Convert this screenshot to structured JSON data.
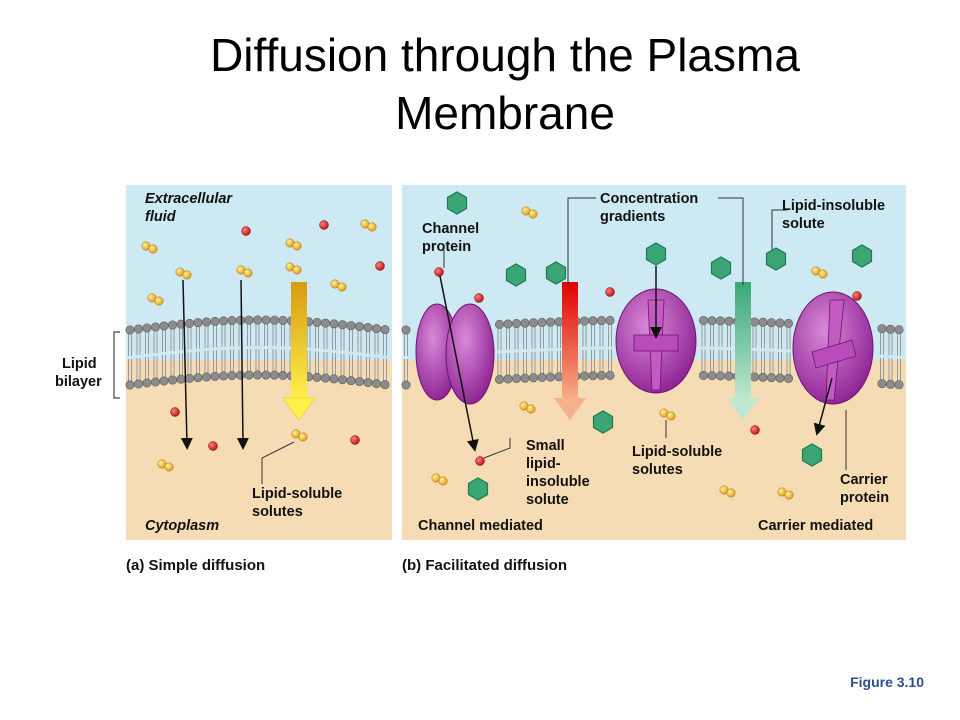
{
  "slide": {
    "title_line1": "Diffusion through the Plasma",
    "title_line2": "Membrane",
    "figure_number": "Figure 3.10"
  },
  "panel_a": {
    "top_label_line1": "Extracellular",
    "top_label_line2": "fluid",
    "bottom_label": "Cytoplasm",
    "solutes_label_line1": "Lipid-soluble",
    "solutes_label_line2": "solutes",
    "caption": "(a) Simple diffusion"
  },
  "side_label": {
    "line1": "Lipid",
    "line2": "bilayer"
  },
  "panel_b": {
    "channel_protein_line1": "Channel",
    "channel_protein_line2": "protein",
    "concentration_line1": "Concentration",
    "concentration_line2": "gradients",
    "insoluble_line1": "Lipid-insoluble",
    "insoluble_line2": "solute",
    "small_line1": "Small",
    "small_line2": "lipid-",
    "small_line3": "insoluble",
    "small_line4": "solute",
    "soluble_line1": "Lipid-soluble",
    "soluble_line2": "solutes",
    "carrier_line1": "Carrier",
    "carrier_line2": "protein",
    "channel_mediated": "Channel mediated",
    "carrier_mediated": "Carrier mediated",
    "caption": "(b) Facilitated diffusion"
  },
  "colors": {
    "extracellular": "#cde9f3",
    "cytoplasm": "#f5dcb4",
    "lipid_head": "#8c8c8c",
    "protein": "#a23aa8",
    "solute_red": "#d11a1a",
    "solute_yellow": "#f2b01e",
    "hexagon": "#3aa676"
  }
}
